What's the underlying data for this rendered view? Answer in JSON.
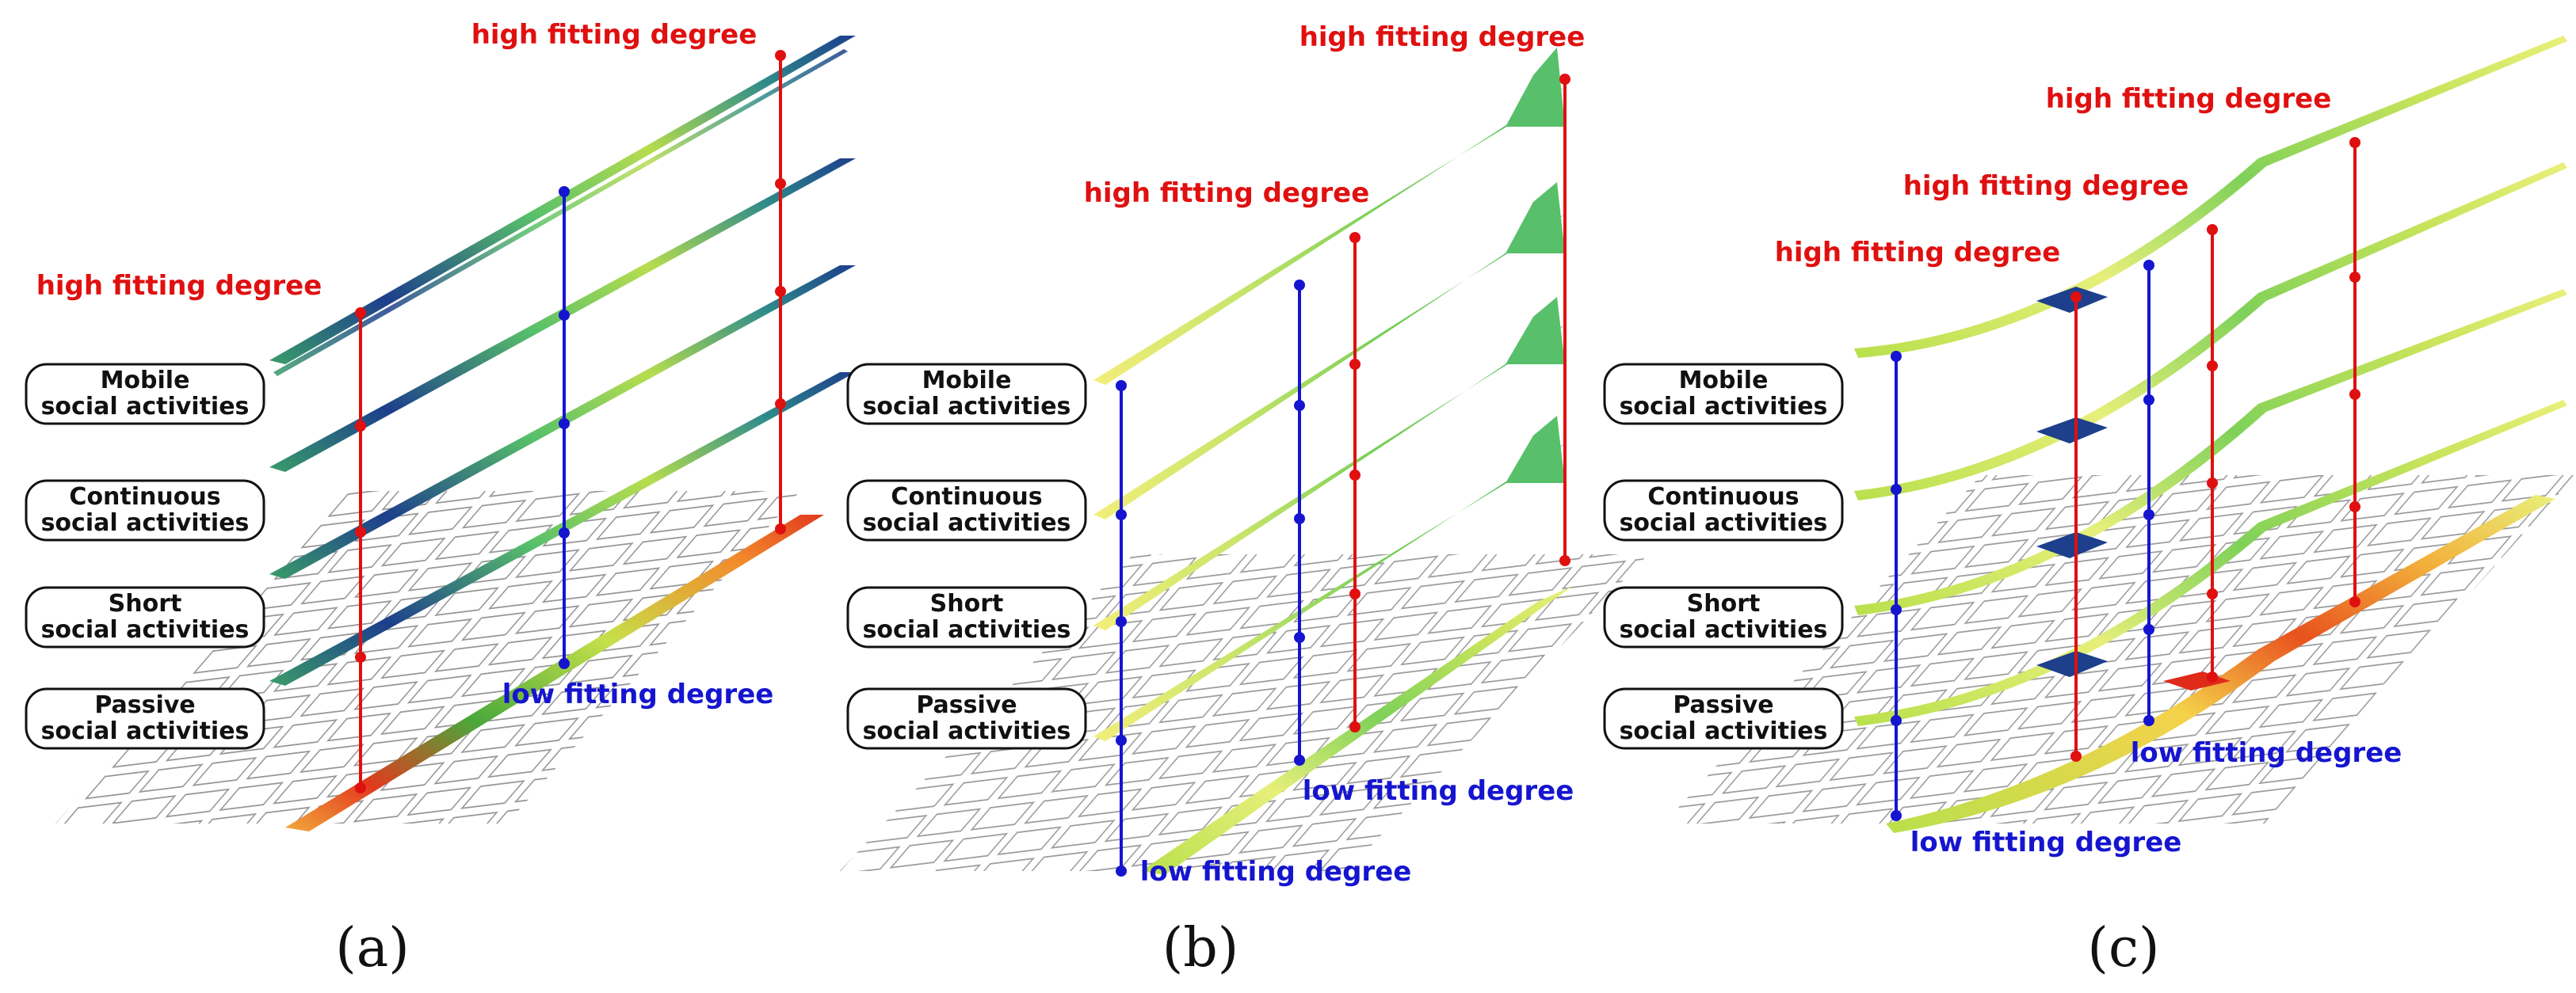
{
  "colors": {
    "high": "#e01010",
    "low": "#1515d0",
    "label_border": "#111111",
    "map_lines": "#7a7a7a"
  },
  "layer_labels": [
    {
      "line1": "Mobile",
      "line2": "social activities"
    },
    {
      "line1": "Continuous",
      "line2": "social activities"
    },
    {
      "line1": "Short",
      "line2": "social activities"
    },
    {
      "line1": "Passive",
      "line2": "social activities"
    }
  ],
  "panels": [
    {
      "caption": "(a)",
      "high_labels": [
        "high fitting degree",
        "high fitting degree"
      ],
      "low_labels": [
        "low fitting degree"
      ]
    },
    {
      "caption": "(b)",
      "high_labels": [
        "high fitting degree",
        "high fitting degree"
      ],
      "low_labels": [
        "low fitting degree",
        "low fitting degree"
      ]
    },
    {
      "caption": "(c)",
      "high_labels": [
        "high fitting degree",
        "high fitting degree",
        "high fitting degree"
      ],
      "low_labels": [
        "low fitting degree",
        "low fitting degree"
      ]
    }
  ]
}
